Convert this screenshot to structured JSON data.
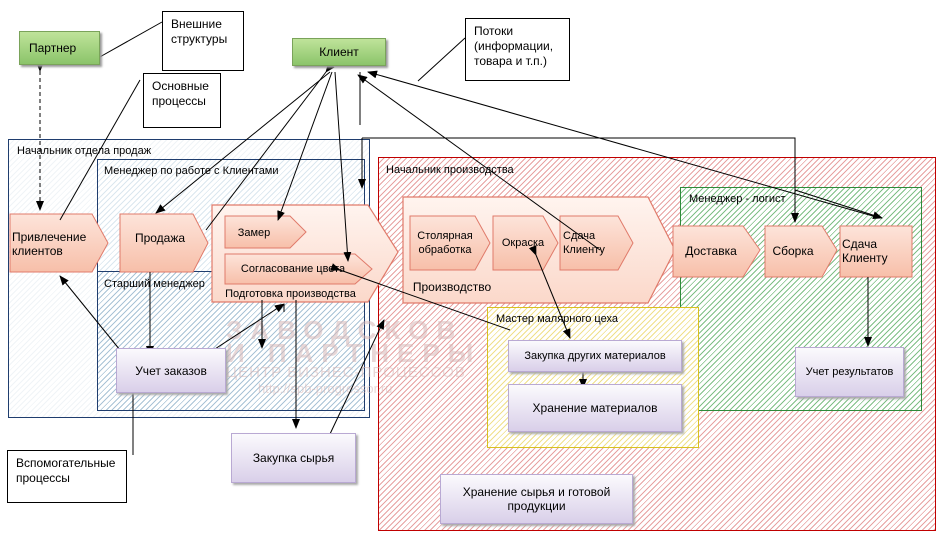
{
  "notes": {
    "external": "Внешние структуры",
    "main": "Основные процессы",
    "flows": "Потоки (информации, товара и т.п.)",
    "aux": "Вспомогательные процессы"
  },
  "nodes": {
    "partner": "Партнер",
    "client": "Клиент"
  },
  "regions": {
    "sales_head": "Начальник отдела продаж",
    "client_manager": "Менеджер по работе с Клиентами",
    "senior_manager": "Старший менеджер",
    "production_head": "Начальник производства",
    "logistics_manager": "Менеджер - логист",
    "paint_master": "Мастер малярного  цеха"
  },
  "processes": {
    "attract": "Привлечение клиентов",
    "sale": "Продажа",
    "measure": "Замер",
    "color_approval": "Согласование цвета",
    "prep": "Подготовка производства",
    "joinery": "Столярная обработка",
    "painting": "Окраска",
    "handover_prod": "Сдача Клиенту",
    "production": "Производство",
    "delivery": "Доставка",
    "assembly": "Сборка",
    "handover_final": "Сдача Клиенту"
  },
  "support": {
    "orders": "Учет заказов",
    "purchase_raw": "Закупка сырья",
    "purchase_other": "Закупка других материалов",
    "storage_materials": "Хранение материалов",
    "storage_raw": "Хранение сырья и готовой продукции",
    "results": "Учет результатов"
  },
  "watermark": {
    "line1": "ЗАВОДСКОВ",
    "line2": "И ПАРТНЕРЫ",
    "line3": "ЦЕНТР БИЗНЕС-ПРОЦЕССОВ",
    "line4": "http://spb-progressor.ru"
  },
  "colors": {
    "green_fill": "#a6d47e",
    "chevron_fill": "#fbd2c2",
    "chevron_stroke": "#e07a6a",
    "red_hatch": "#c00000",
    "green_hatch": "#2e8b3a",
    "yellow_hatch": "#d8c020",
    "blue_frame": "#1f3d6e"
  }
}
